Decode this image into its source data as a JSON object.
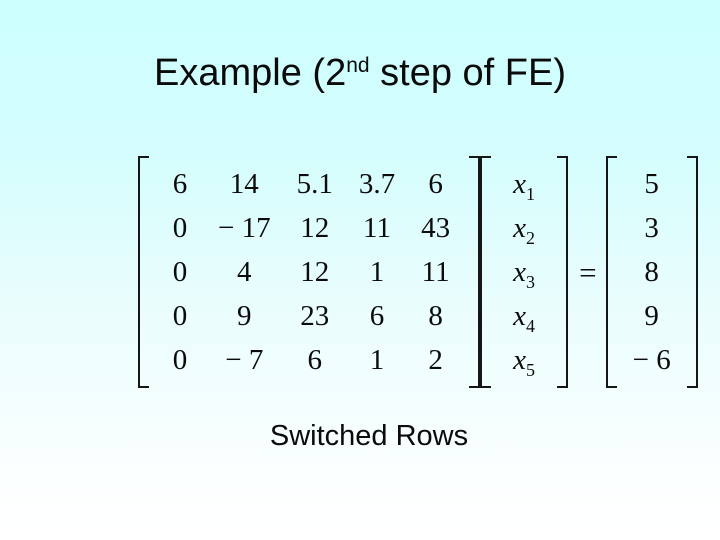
{
  "slide": {
    "title": {
      "prefix": "Example (2",
      "superscript": "nd",
      "suffix": " step of FE)"
    },
    "caption": "Switched Rows",
    "colors": {
      "background_top": "#ccffff",
      "background_bottom": "#ffffff",
      "text": "#0b0b0b"
    }
  },
  "chart_data": {
    "type": "table",
    "title": "Matrix equation A·x = b after 2nd step of Forward Elimination (rows switched)",
    "matrix_rows": [
      [
        "6",
        "14",
        "5.1",
        "3.7",
        "6"
      ],
      [
        "0",
        "− 17",
        "12",
        "11",
        "43"
      ],
      [
        "0",
        "4",
        "12",
        "1",
        "11"
      ],
      [
        "0",
        "9",
        "23",
        "6",
        "8"
      ],
      [
        "0",
        "− 7",
        "6",
        "1",
        "2"
      ]
    ],
    "rhs_values": [
      "5",
      "3",
      "8",
      "9",
      "− 6"
    ]
  },
  "equation": {
    "matrix": [
      [
        "6",
        "14",
        "5.1",
        "3.7",
        "6"
      ],
      [
        "0",
        "− 17",
        "12",
        "11",
        "43"
      ],
      [
        "0",
        "4",
        "12",
        "1",
        "11"
      ],
      [
        "0",
        "9",
        "23",
        "6",
        "8"
      ],
      [
        "0",
        "− 7",
        "6",
        "1",
        "2"
      ]
    ],
    "unknowns": [
      {
        "base": "x",
        "sub": "1"
      },
      {
        "base": "x",
        "sub": "2"
      },
      {
        "base": "x",
        "sub": "3"
      },
      {
        "base": "x",
        "sub": "4"
      },
      {
        "base": "x",
        "sub": "5"
      }
    ],
    "equals": "=",
    "rhs": [
      "5",
      "3",
      "8",
      "9",
      "− 6"
    ]
  }
}
